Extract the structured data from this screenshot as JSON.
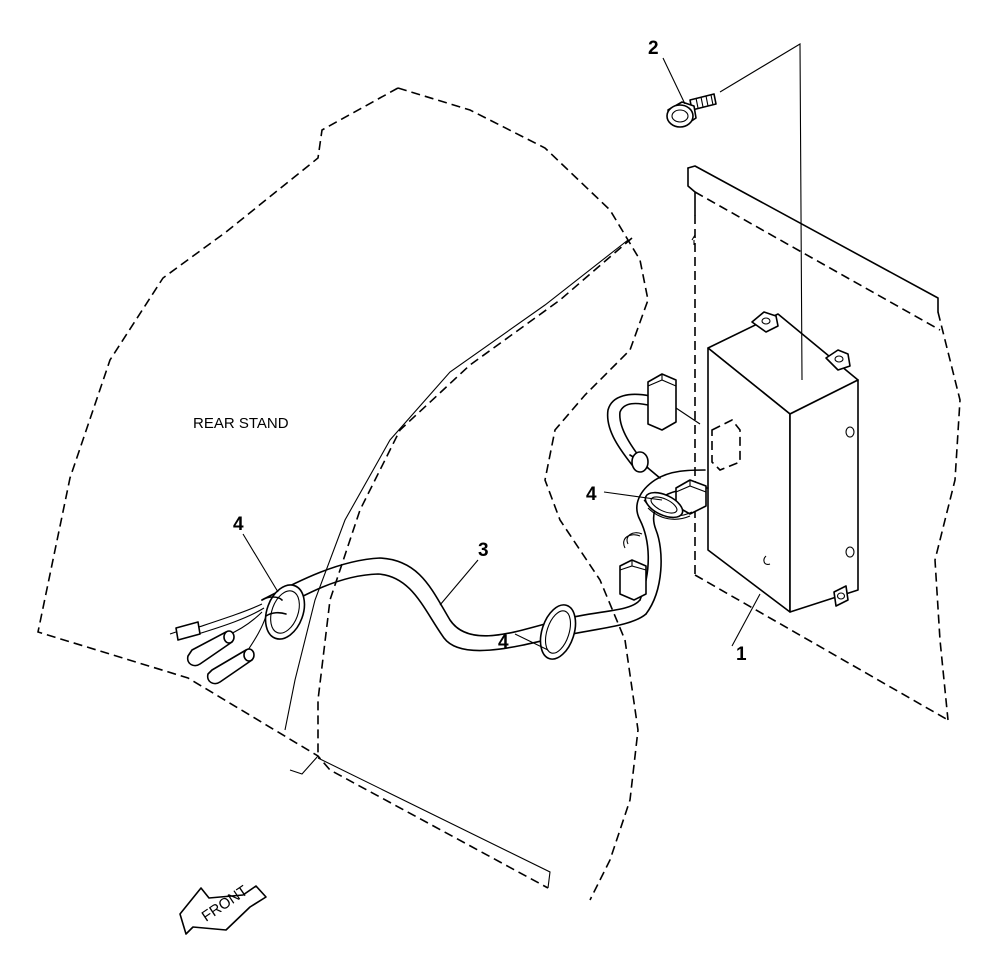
{
  "diagram": {
    "area_label": "REAR STAND",
    "direction_label": "FRONT",
    "callouts": {
      "box": "1",
      "bolt": "2",
      "harness": "3",
      "clamp_left": "4",
      "clamp_middle": "4",
      "clamp_right": "4"
    }
  }
}
